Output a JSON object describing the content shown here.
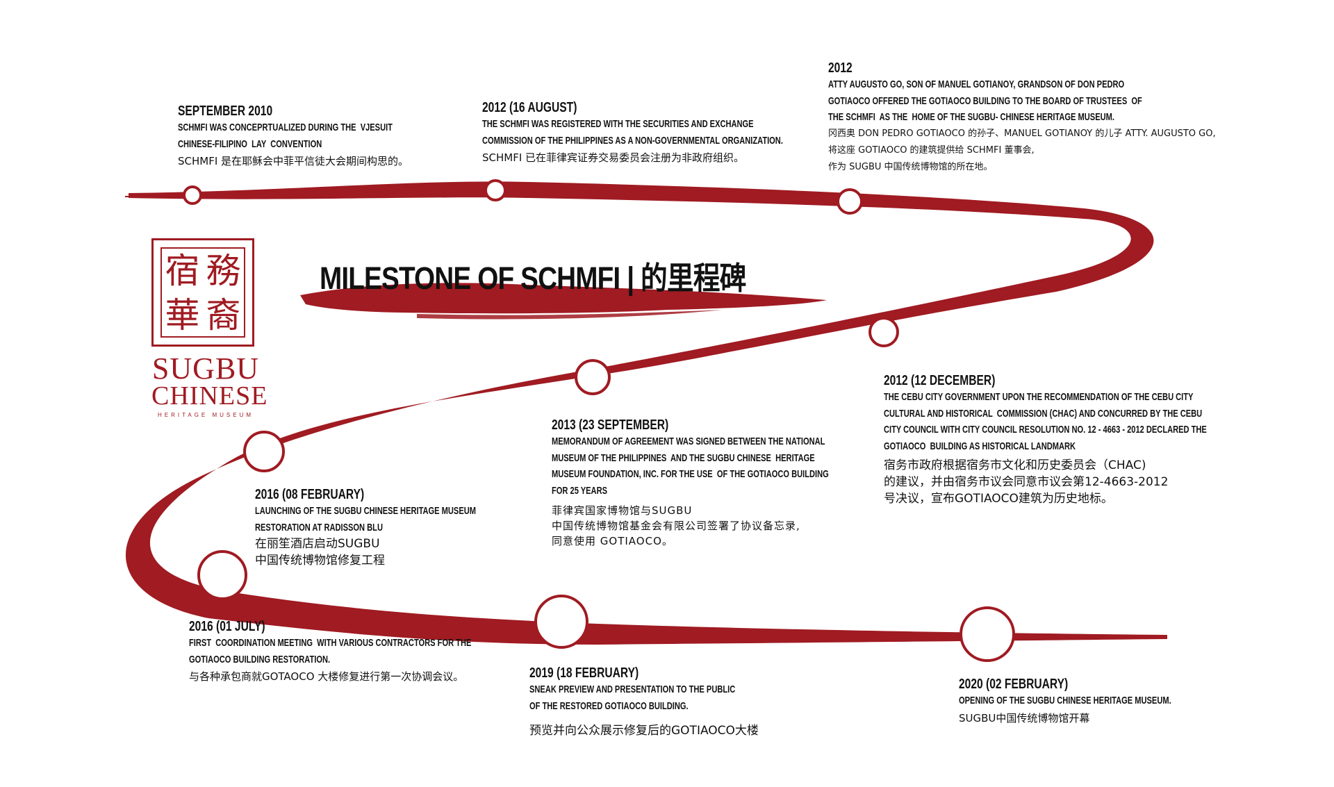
{
  "title": "MILESTONE OF SCHMFI | 的里程碑",
  "logo": {
    "seal_chars": [
      "宿",
      "務",
      "華",
      "裔"
    ],
    "line1": "SUGBU",
    "line2": "CHINESE",
    "line3": "HERITAGE MUSEUM"
  },
  "colors": {
    "accent": "#a01b22",
    "text": "#111111",
    "background": "#ffffff"
  },
  "milestones": [
    {
      "date": "SEPTEMBER 2010",
      "en": "SCHMFI WAS CONCEPRTUALIZED DURING THE  VJESUIT\nCHINESE-FILIPINO  LAY  CONVENTION",
      "zh": "SCHMFI 是在耶稣会中菲平信徒大会期间构思的。"
    },
    {
      "date": "2012 (16 AUGUST)",
      "en": "THE SCHMFI WAS REGISTERED WITH THE SECURITIES AND EXCHANGE\nCOMMISSION OF THE PHILIPPINES AS A NON-GOVERNMENTAL ORGANIZATION.",
      "zh": "SCHMFI 已在菲律宾证券交易委员会注册为非政府组织。"
    },
    {
      "date": "2012",
      "en": "ATTY AUGUSTO GO, SON OF MANUEL GOTIANOY, GRANDSON OF DON PEDRO\nGOTIAOCO OFFERED THE GOTIAOCO BUILDING TO THE BOARD OF TRUSTEES  OF\nTHE SCHMFI  AS THE  HOME OF THE SUGBU- CHINESE HERITAGE MUSEUM.",
      "zh": "冈西奥 DON PEDRO GOTIAOCO 的孙子、MANUEL GOTIANOY 的儿子 ATTY. AUGUSTO GO,\n将这座 GOTIAOCO 的建筑提供给 SCHMFI 董事会,\n作为 SUGBU 中国传统博物馆的所在地。"
    },
    {
      "date": "2012 (12 DECEMBER)",
      "en": "THE CEBU CITY GOVERNMENT UPON THE RECOMMENDATION OF THE CEBU CITY\nCULTURAL AND HISTORICAL  COMMISSION (CHAC) AND CONCURRED BY THE CEBU\nCITY COUNCIL WITH CITY COUNCIL RESOLUTION NO. 12 - 4663 - 2012 DECLARED THE\nGOTIAOCO  BUILDING AS HISTORICAL LANDMARK",
      "zh": "宿务市政府根据宿务市文化和历史委员会（CHAC)\n的建议，并由宿务市议会同意市议会第12-4663-2012\n号决议，宣布GOTIAOCO建筑为历史地标。"
    },
    {
      "date": "2013 (23 SEPTEMBER)",
      "en": "MEMORANDUM OF AGREEMENT WAS SIGNED BETWEEN THE NATIONAL\nMUSEUM OF THE PHILIPPINES  AND THE SUGBU CHINESE  HERITAGE\nMUSEUM FOUNDATION, INC. FOR THE USE  OF THE GOTIAOCO BUILDING\nFOR 25 YEARS",
      "zh": "菲律宾国家博物馆与SUGBU\n中国传统博物馆基金会有限公司签署了协议备忘录,\n同意使用 GOTIAOCO。"
    },
    {
      "date": "2016 (08 FEBRUARY)",
      "en": "LAUNCHING OF THE SUGBU CHINESE HERITAGE MUSEUM\nRESTORATION AT RADISSON BLU",
      "zh": "在丽笙酒店启动SUGBU\n中国传统博物馆修复工程"
    },
    {
      "date": "2016 (01 JULY)",
      "en": "FIRST  COORDINATION MEETING  WITH VARIOUS CONTRACTORS FOR THE\nGOTIAOCO BUILDING RESTORATION.",
      "zh": "与各种承包商就GOTAOCO 大楼修复进行第一次协调会议。"
    },
    {
      "date": "2019 (18 FEBRUARY)",
      "en": "SNEAK PREVIEW AND PRESENTATION TO THE PUBLIC\nOF THE RESTORED GOTIAOCO BUILDING.",
      "zh": "预览并向公众展示修复后的GOTIAOCO大楼"
    },
    {
      "date": "2020 (02 FEBRUARY)",
      "en": "OPENING OF THE SUGBU CHINESE HERITAGE MUSEUM.",
      "zh": "SUGBU中国传统博物馆开幕"
    }
  ]
}
